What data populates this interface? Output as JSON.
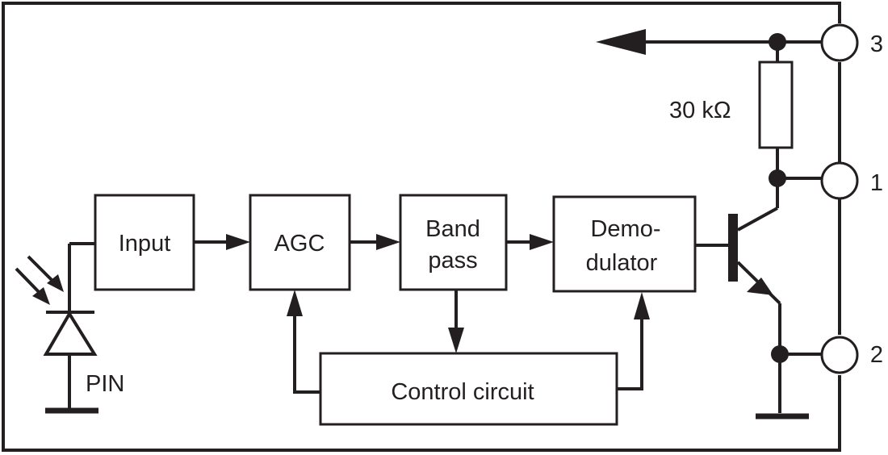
{
  "blocks": {
    "input": "Input",
    "agc": "AGC",
    "bandpass_line1": "Band",
    "bandpass_line2": "pass",
    "demod_line1": "Demo-",
    "demod_line2": "dulator",
    "control": "Control circuit"
  },
  "labels": {
    "pin": "PIN",
    "resistor": "30 kΩ"
  },
  "terminals": {
    "t3": "3",
    "t1": "1",
    "t2": "2"
  }
}
